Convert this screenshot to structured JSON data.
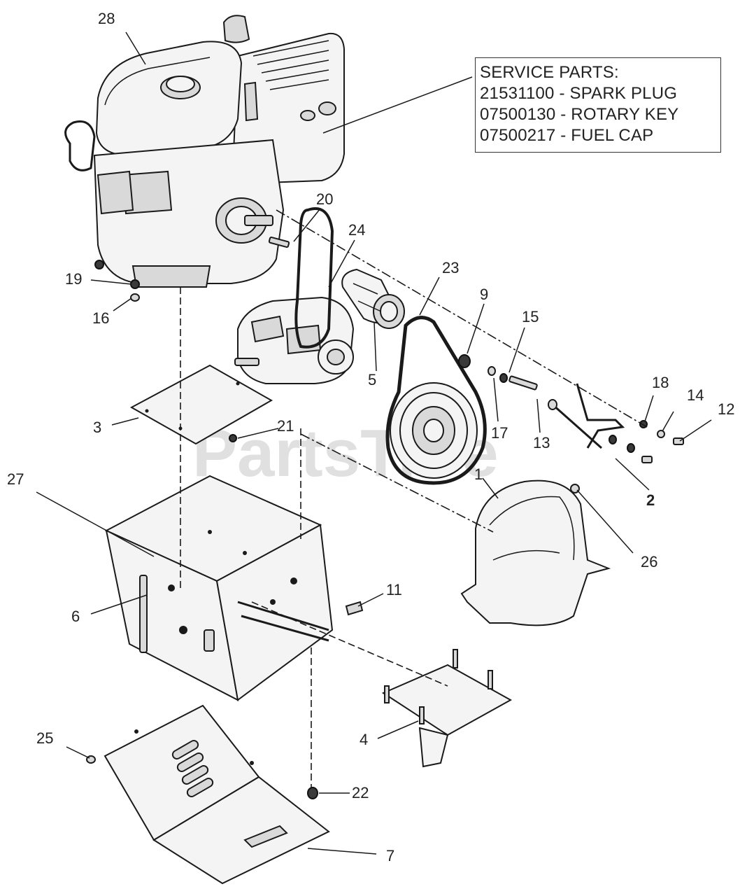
{
  "service_parts": {
    "title": "SERVICE PARTS:",
    "lines": [
      "21531100 - SPARK PLUG",
      "07500130 - ROTARY KEY",
      "07500217 - FUEL CAP"
    ]
  },
  "watermark": "PartsTree",
  "callouts": {
    "c1": "1",
    "c2": "2",
    "c3": "3",
    "c4": "4",
    "c5": "5",
    "c6": "6",
    "c7": "7",
    "c9": "9",
    "c11": "11",
    "c12": "12",
    "c13": "13",
    "c14": "14",
    "c15": "15",
    "c16": "16",
    "c17": "17",
    "c18": "18",
    "c19": "19",
    "c20": "20",
    "c21": "21",
    "c22": "22",
    "c23": "23",
    "c24": "24",
    "c25": "25",
    "c26": "26",
    "c27": "27",
    "c28": "28"
  }
}
